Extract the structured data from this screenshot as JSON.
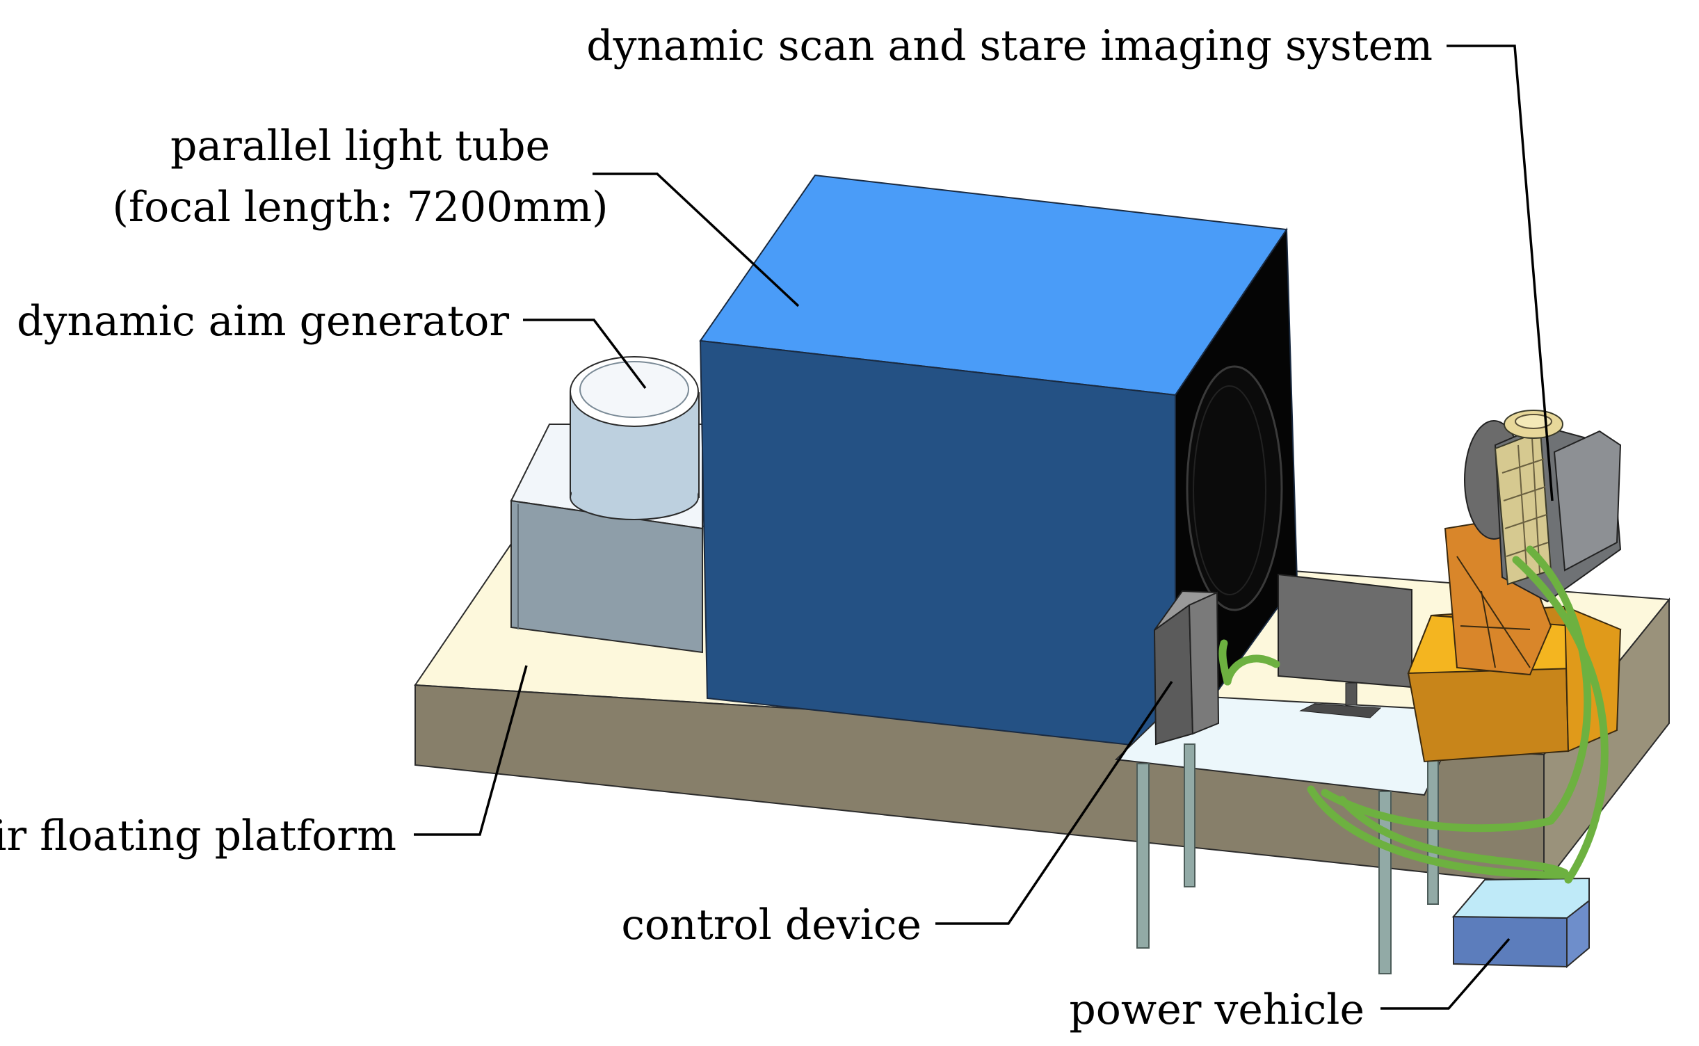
{
  "labels": {
    "imaging_system": "dynamic scan and stare imaging system",
    "light_tube_line1": "parallel light tube",
    "light_tube_line2": "(focal length: 7200mm)",
    "aim_generator": "dynamic aim generator",
    "platform": "air floating platform",
    "control_device": "control device",
    "power_vehicle": "power vehicle"
  },
  "colors": {
    "platform_top": "#fdf8dc",
    "platform_side": "#877f6a",
    "tube_top": "#4a9cf8",
    "tube_front": "#245184",
    "tube_back": "#050505",
    "aim_cylinder": "#bdd0df",
    "aim_box": "#8e9ea9",
    "stand": "#d99214",
    "imager_body": "#6f7275",
    "cables": "#6db140",
    "power_top": "#bfeaf8",
    "power_side": "#5c7dbc",
    "table_top": "#ecf7fb",
    "legs": "#92aaa6",
    "monitor": "#6c6c6c"
  }
}
